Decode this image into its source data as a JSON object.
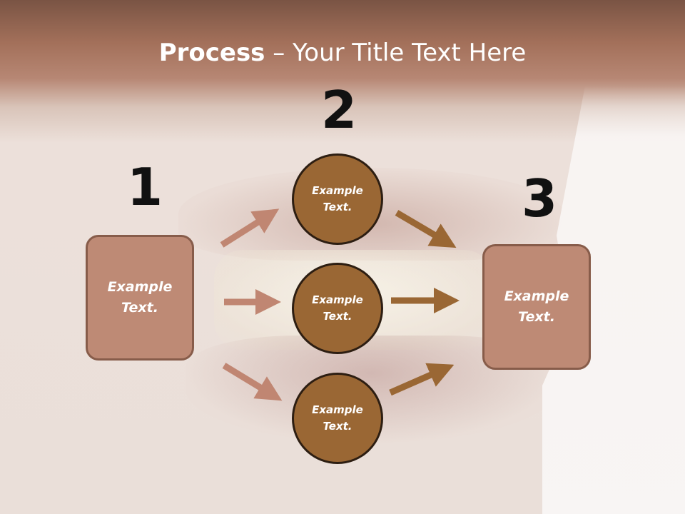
{
  "title": {
    "bold": "Process",
    "rest": " – Your Title Text Here"
  },
  "steps": {
    "one": "1",
    "two": "2",
    "three": "3"
  },
  "left_box": {
    "line1": "Example",
    "line2": "Text."
  },
  "right_box": {
    "line1": "Example",
    "line2": "Text."
  },
  "circles": [
    {
      "line1": "Example",
      "line2": "Text."
    },
    {
      "line1": "Example",
      "line2": "Text."
    },
    {
      "line1": "Example",
      "line2": "Text."
    }
  ],
  "colors": {
    "box_fill": "#be8a75",
    "circle_fill": "#9a6734",
    "arrow_in": "#c08672",
    "arrow_out": "#9a6734"
  }
}
